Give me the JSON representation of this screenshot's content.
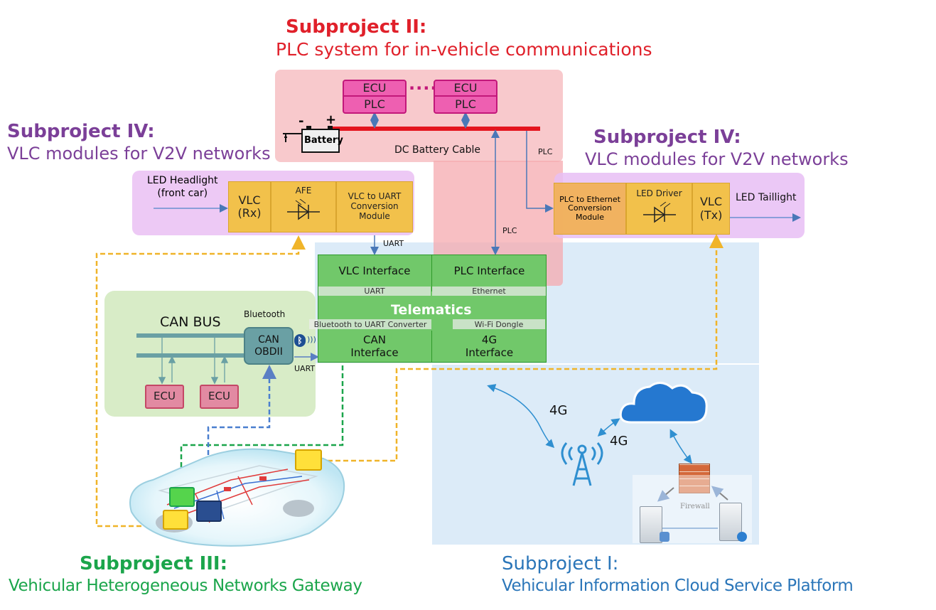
{
  "titles": {
    "sp2": {
      "heading": "Subproject II:",
      "sub": "PLC system for in-vehicle communications"
    },
    "sp4_left": {
      "heading": "Subproject IV:",
      "sub": "VLC modules for V2V networks"
    },
    "sp4_right": {
      "heading": "Subproject IV:",
      "sub": "VLC modules for V2V networks"
    },
    "sp3": {
      "heading": "Subproject III:",
      "sub": "Vehicular Heterogeneous Networks Gateway"
    },
    "sp1": {
      "heading": "Subproject I:",
      "sub": "Vehicular Information Cloud Service Platform"
    }
  },
  "plc_system": {
    "ecu_a": {
      "top": "ECU",
      "bottom": "PLC"
    },
    "ecu_b": {
      "top": "ECU",
      "bottom": "PLC"
    },
    "dots": "....",
    "battery": "Battery",
    "minus": "-",
    "plus": "+",
    "cable_label": "DC Battery Cable",
    "plc_label_1": "PLC",
    "plc_label_2": "PLC"
  },
  "vlc_rx": {
    "input_label": "LED Headlight\n(front car)",
    "vlc": "VLC\n(Rx)",
    "afe": "AFE",
    "conv": "VLC to UART\nConversion\nModule",
    "uart_label": "UART"
  },
  "vlc_tx": {
    "conv": "PLC to Ethernet\nConversion\nModule",
    "driver": "LED Driver",
    "vlc": "VLC\n(Tx)",
    "output_label": "LED Taillight"
  },
  "telematics": {
    "title": "Telematics",
    "vlc_interface": "VLC Interface",
    "plc_interface": "PLC Interface",
    "can_interface": "CAN\nInterface",
    "g4_interface": "4G\nInterface",
    "band_uart": "UART",
    "band_ethernet": "Ethernet",
    "band_bt": "Bluetooth to UART Converter",
    "band_wifi": "Wi-Fi Dongle"
  },
  "can": {
    "bus_label": "CAN BUS",
    "obd": "CAN\nOBDII",
    "bluetooth_label": "Bluetooth",
    "uart_label": "UART",
    "ecu1": "ECU",
    "ecu2": "ECU"
  },
  "cloud": {
    "g4_label_1": "4G",
    "g4_label_2": "4G",
    "firewall": "Firewall"
  },
  "colors": {
    "pink_region": "#f8c9cc",
    "purple_region": "#edc9f5",
    "green_region": "#d8ecc7",
    "blue_region": "#dcebf8",
    "sp2": "#e0202a",
    "sp4": "#7b3f98",
    "sp3": "#1ba54b",
    "sp1": "#2b76b9"
  }
}
